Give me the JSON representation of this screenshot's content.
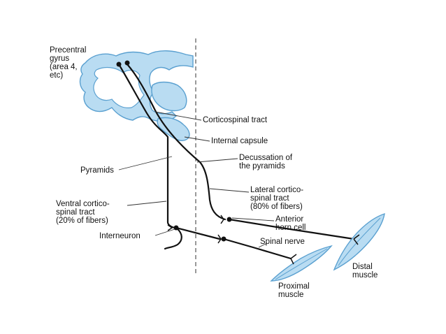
{
  "colors": {
    "tissue_fill": "#b9dcf2",
    "tissue_outline": "#5aa0d0",
    "tract": "#111111",
    "guide": "#333333",
    "background": "#ffffff"
  },
  "labels": {
    "precentral_gyrus": [
      "Precentral",
      "gyrus",
      "(area 4,",
      "etc)"
    ],
    "corticospinal_tract": "Corticospinal tract",
    "internal_capsule": "Internal capsule",
    "decussation": [
      "Decussation of",
      "the pyramids"
    ],
    "pyramids": "Pyramids",
    "lateral_tract": [
      "Lateral cortico-",
      "spinal tract",
      "(80% of fibers)"
    ],
    "ventral_tract": [
      "Ventral cortico-",
      "spinal tract",
      "(20% of fibers)"
    ],
    "anterior_horn_cell": [
      "Anterior",
      "horn cell"
    ],
    "interneuron": "Interneuron",
    "spinal_nerve": "Spinal nerve",
    "distal_muscle": [
      "Distal",
      "muscle"
    ],
    "proximal_muscle": [
      "Proximal",
      "muscle"
    ]
  }
}
